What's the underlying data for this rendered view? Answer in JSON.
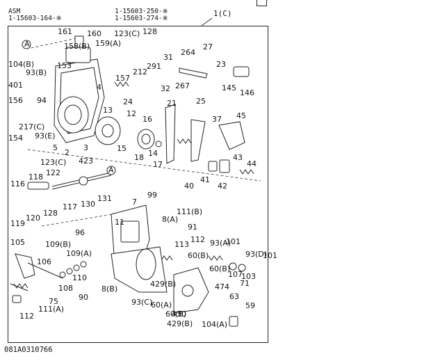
{
  "header": {
    "asm": "ASM",
    "asm_part": "1-15603-164-※",
    "ref_part_1": "1-15603-250-※",
    "ref_part_2": "1-15603-274-※",
    "main_callout": "1(C)"
  },
  "footer": {
    "drawing_code": "081A0310766"
  },
  "callouts": [
    "161",
    "160",
    "158(B)",
    "159(A)",
    "153",
    "123(C)",
    "128",
    "212",
    "291",
    "A",
    "104(B)",
    "93(B)",
    "401",
    "156",
    "94",
    "217(C)",
    "93(E)",
    "154",
    "5",
    "2",
    "3",
    "4",
    "157",
    "24",
    "13",
    "12",
    "16",
    "15",
    "18",
    "17",
    "14",
    "31",
    "264",
    "27",
    "32",
    "267",
    "23",
    "145",
    "146",
    "21",
    "25",
    "37",
    "45",
    "43",
    "44",
    "40",
    "41",
    "42",
    "123(C)",
    "423",
    "A",
    "116",
    "118",
    "122",
    "119",
    "120",
    "128",
    "117",
    "130",
    "131",
    "99",
    "7",
    "111(B)",
    "11",
    "8(A)",
    "96",
    "113",
    "112",
    "105",
    "109(B)",
    "109(A)",
    "106",
    "108",
    "110",
    "91",
    "101",
    "93(D)",
    "93(A)",
    "60(B)",
    "60(B)",
    "101",
    "103",
    "107",
    "71",
    "75",
    "111(A)",
    "112",
    "90",
    "8(B)",
    "429(B)",
    "93(C)",
    "474",
    "63",
    "59",
    "60(A)",
    "60(B)",
    "429(B)",
    "430",
    "104(A)"
  ]
}
